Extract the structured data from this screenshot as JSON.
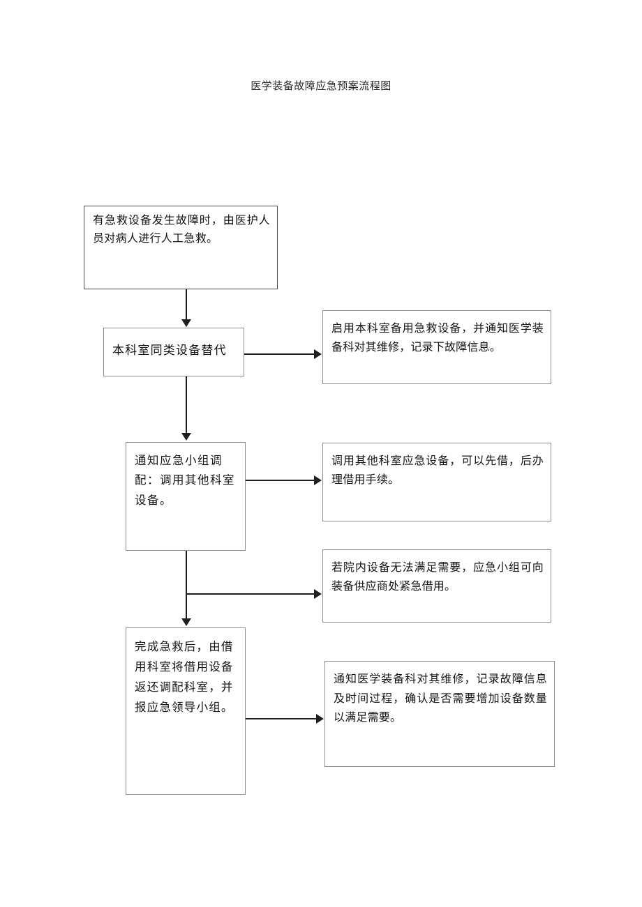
{
  "document": {
    "title": "医学装备故障应急预案流程图"
  },
  "flowchart": {
    "type": "flowchart",
    "orientation": "top-to-bottom with right-side detail branches",
    "nodes": [
      {
        "id": "n1",
        "role": "start",
        "text": "有急救设备发生故障时，由医护人员对病人进行人工急救。"
      },
      {
        "id": "n2",
        "role": "step",
        "text": "本科室同类设备替代"
      },
      {
        "id": "n3",
        "role": "detail",
        "text": "启用本科室备用急救设备，并通知医学装备科对其维修，记录下故障信息。"
      },
      {
        "id": "n4",
        "role": "step",
        "text": "通知应急小组调配：调用其他科室设备。"
      },
      {
        "id": "n5",
        "role": "detail",
        "text": "调用其他科室应急设备，可以先借，后办理借用手续。"
      },
      {
        "id": "n6",
        "role": "detail",
        "text": "若院内设备无法满足需要，应急小组可向装备供应商处紧急借用。"
      },
      {
        "id": "n7",
        "role": "step",
        "text": "完成急救后，由借用科室将借用设备返还调配科室，并报应急领导小组。"
      },
      {
        "id": "n8",
        "role": "detail",
        "text": "通知医学装备科对其维修，记录故障信息及时间过程，确认是否需要增加设备数量以满足需要。"
      }
    ],
    "edges": [
      {
        "from": "n1",
        "to": "n2",
        "direction": "down"
      },
      {
        "from": "n2",
        "to": "n3",
        "direction": "right"
      },
      {
        "from": "n2",
        "to": "n4",
        "direction": "down"
      },
      {
        "from": "n4",
        "to": "n5",
        "direction": "right"
      },
      {
        "from": "n4",
        "to": "n6",
        "direction": "right"
      },
      {
        "from": "n4",
        "to": "n7",
        "direction": "down"
      },
      {
        "from": "n7",
        "to": "n8",
        "direction": "right"
      }
    ],
    "colors": {
      "box_border": "#8d8d8d",
      "first_box_border": "#4a4a4a",
      "connector": "#1f1f1f",
      "background": "#ffffff",
      "text": "#151515"
    }
  }
}
